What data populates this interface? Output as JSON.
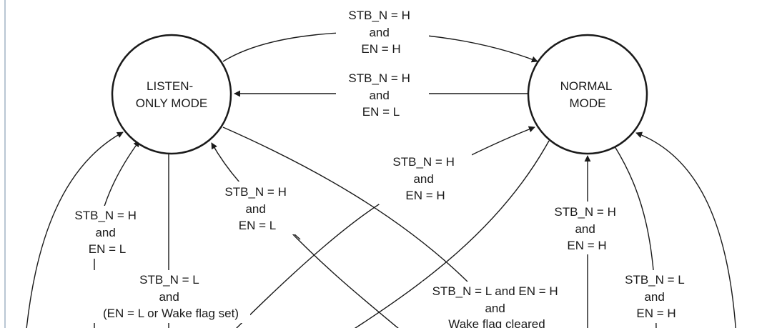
{
  "diagram": {
    "nodes": {
      "listen_only": {
        "lines": [
          "LISTEN-",
          "ONLY MODE"
        ]
      },
      "normal": {
        "lines": [
          "NORMAL",
          "MODE"
        ]
      }
    },
    "edges": {
      "listen_to_normal_top": [
        "STB_N = H",
        "and",
        "EN = H"
      ],
      "normal_to_listen_mid": [
        "STB_N = H",
        "and",
        "EN = L"
      ],
      "lower_to_normal_diag": [
        "STB_N = H",
        "and",
        "EN = H"
      ],
      "lower_to_listen_inner": [
        "STB_N = H",
        "and",
        "EN = L"
      ],
      "lower_to_listen_left": [
        "STB_N = H",
        "and",
        "EN = L"
      ],
      "listen_down": [
        "STB_N = L",
        "and",
        "(EN = L or Wake flag set)"
      ],
      "listen_to_lower_cross": [
        "STB_N = L and EN = H",
        "and",
        "Wake flag cleared"
      ],
      "lower_to_normal_vertical": [
        "STB_N = H",
        "and",
        "EN = H"
      ],
      "normal_to_lower_right": [
        "STB_N = L",
        "and",
        "EN = H"
      ]
    }
  }
}
